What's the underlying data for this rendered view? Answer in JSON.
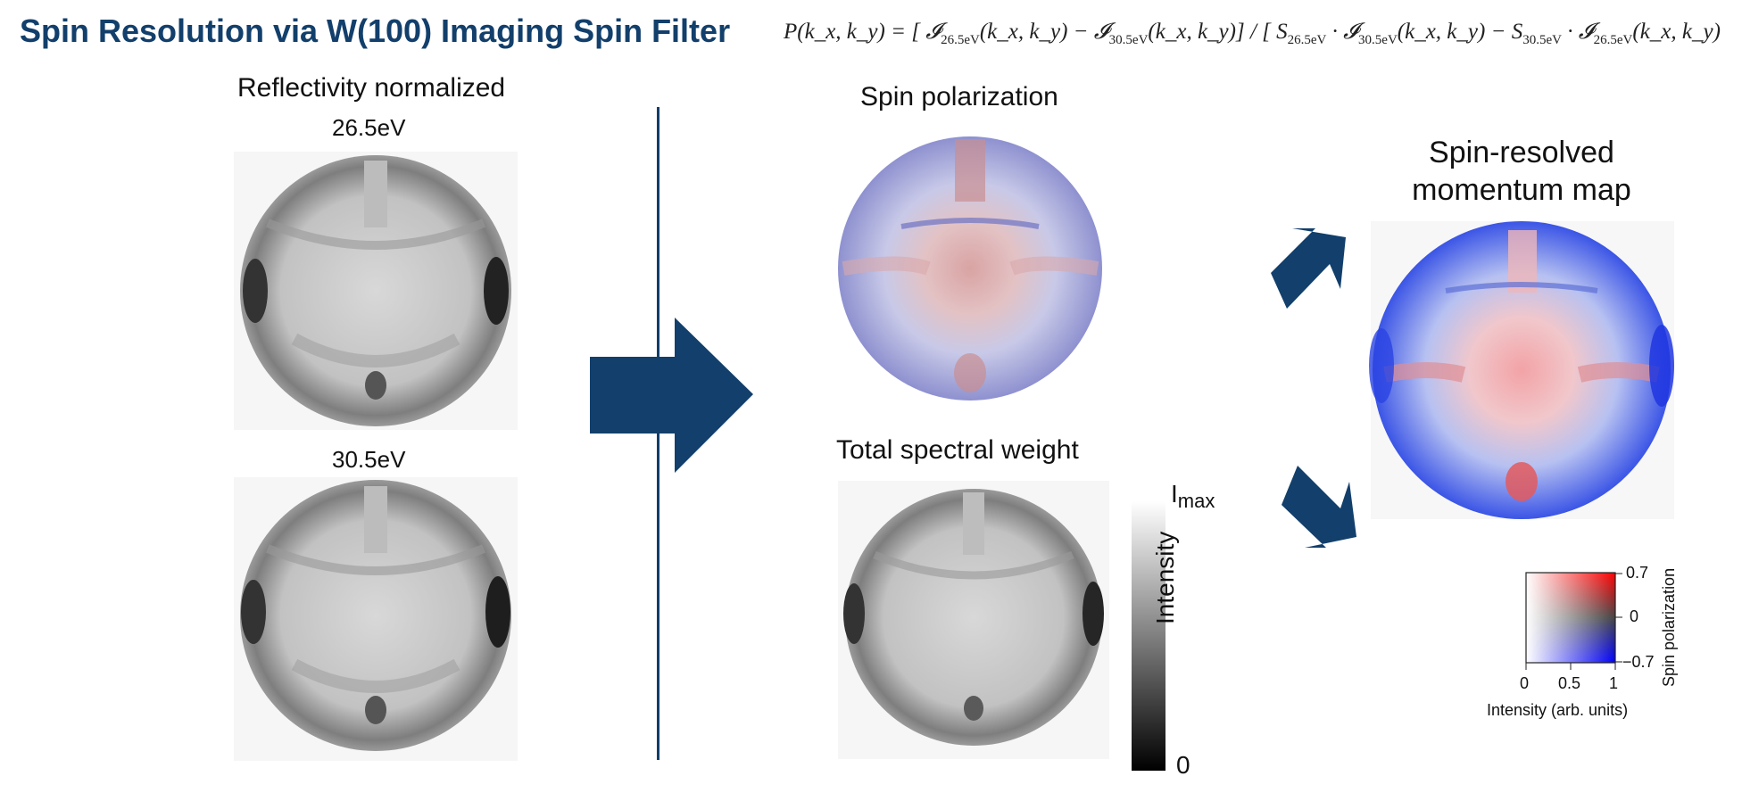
{
  "header": {
    "title": "Spin Resolution via W(100) Imaging Spin Filter",
    "formula": {
      "lhs": "P",
      "k_args": "k_x, k_y",
      "e1": "26.5eV",
      "e2": "30.5eV",
      "I": "𝓘",
      "S": "S"
    }
  },
  "left": {
    "section_title": "Reflectivity normalized",
    "top_energy": "26.5eV",
    "bottom_energy": "30.5eV"
  },
  "middle": {
    "spin_pol_title": "Spin polarization",
    "spectral_title": "Total spectral weight",
    "colorbar": {
      "max_label": "I",
      "max_sub": "max",
      "min_label": "0",
      "axis_label": "Intensity"
    }
  },
  "right": {
    "title_line1": "Spin-resolved",
    "title_line2": "momentum map",
    "legend": {
      "ticks_right": [
        "0.7",
        "0",
        "−0.7"
      ],
      "ticks_bottom": [
        "0",
        "0.5",
        "1"
      ],
      "xlabel": "Intensity (arb. units)",
      "ylabel": "Spin polarization"
    }
  },
  "colors": {
    "brand": "#123f6b",
    "red": "#e8262b",
    "blue": "#1a34e0"
  }
}
